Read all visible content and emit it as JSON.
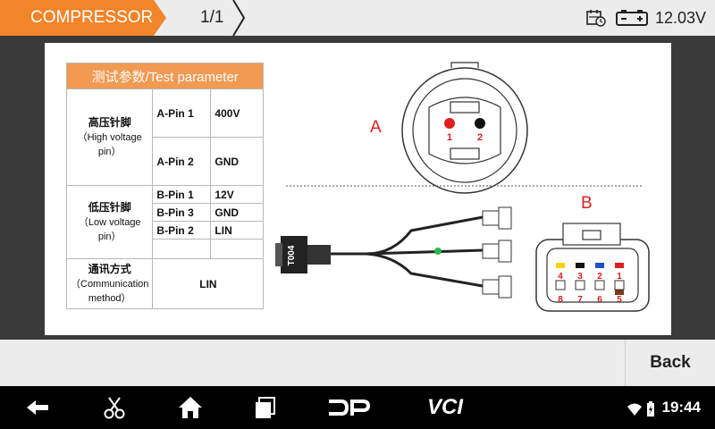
{
  "header": {
    "title": "COMPRESSOR",
    "page": "1/1",
    "voltage": "12.03V",
    "icons": [
      "calendar-clock-icon",
      "battery-icon"
    ]
  },
  "table": {
    "header": "测试参数/Test parameter",
    "high_voltage": {
      "label_cn": "高压针脚",
      "label_en": "（High voltage pin）",
      "rows": [
        {
          "pin": "A-Pin 1",
          "value": "400V"
        },
        {
          "pin": "A-Pin 2",
          "value": "GND"
        }
      ]
    },
    "low_voltage": {
      "label_cn": "低压针脚",
      "label_en": "（Low voltage pin）",
      "rows": [
        {
          "pin": "B-Pin 1",
          "value": "12V"
        },
        {
          "pin": "B-Pin 3",
          "value": "GND"
        },
        {
          "pin": "B-Pin 2",
          "value": "LIN"
        }
      ]
    },
    "communication": {
      "label_cn": "通讯方式",
      "label_en": "（Communication method）",
      "value": "LIN"
    }
  },
  "diagram": {
    "label_a": "A",
    "label_b": "B",
    "cable_label": "T004",
    "connector_a_pins": [
      "1",
      "2"
    ],
    "connector_b_top": [
      "4",
      "3",
      "2",
      "1"
    ],
    "connector_b_bottom": [
      "8",
      "7",
      "6",
      "5"
    ],
    "pin_colors": {
      "black": "#111111",
      "red": "#e01e1e",
      "yellow": "#f5d400",
      "blue": "#1f4fd1",
      "brown": "#7a3b1a"
    }
  },
  "bottom": {
    "back": "Back"
  },
  "navbar": {
    "time": "19:44",
    "icons": [
      "back-arrow-icon",
      "scissors-icon",
      "home-icon",
      "recent-apps-icon",
      "dp-logo-icon",
      "vci-logo-icon",
      "wifi-icon",
      "battery-charging-icon"
    ],
    "dp": "DP",
    "vci": "VCI"
  }
}
